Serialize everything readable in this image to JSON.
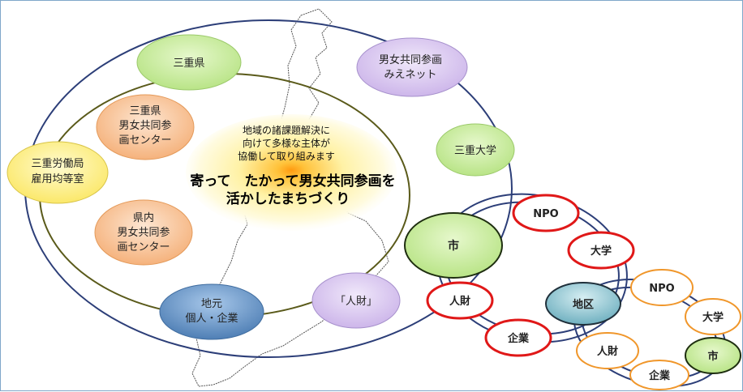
{
  "center": {
    "line1": "地域の諸課題解決に",
    "line2": "向けて多様な主体が",
    "line3": "協働して取り組みます",
    "title1": "寄って　たかって男女共同参画を",
    "title2": "活かしたまちづくり"
  },
  "outer_nodes": {
    "mie_pref": "三重県",
    "network1": "男女共同参画",
    "network2": "みえネット",
    "pref_center1": "三重県",
    "pref_center2": "男女共同参",
    "pref_center3": "画センター",
    "labor1": "三重労働局",
    "labor2": "雇用均等室",
    "mie_univ": "三重大学",
    "in_pref1": "県内",
    "in_pref2": "男女共同参",
    "in_pref3": "画センター",
    "local1": "地元",
    "local2": "個人・企業",
    "talent": "「人財」"
  },
  "city_ring": {
    "city": "市",
    "npo": "NPO",
    "univ": "大学",
    "talent": "人財",
    "company": "企業"
  },
  "district_ring": {
    "district": "地区",
    "npo": "NPO",
    "univ": "大学",
    "talent": "人財",
    "company": "企業",
    "city": "市"
  },
  "colors": {
    "green_node": "#c6ea9a",
    "purple_node": "#d8c6ee",
    "orange_node": "#f8c59a",
    "yellow_node": "#fff38a",
    "blue_node": "#6f9cc8",
    "red_border": "#e01818",
    "orange_border": "#f0962a",
    "ring_navy": "#2c3e78",
    "ring_olive": "#5a5a1a"
  }
}
